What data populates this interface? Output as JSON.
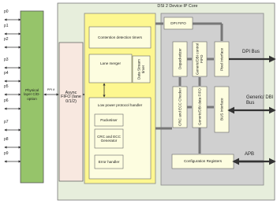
{
  "pins": [
    "p0",
    "p1",
    "p2",
    "p3",
    "p4",
    "p5",
    "p6",
    "p7",
    "p8",
    "p9"
  ],
  "phy": {
    "label": "Physical layer C/D- option",
    "phy_if": "PPI if"
  },
  "core": {
    "title": "DSI 2 Device IP Core"
  },
  "async_fifo": {
    "label": "Async FIFO (lane 0/1/2)"
  },
  "yellow": {
    "contention": "Contention detection timers",
    "lane_merger": "Lane merger",
    "data_stream_timer": "Data Stream timer",
    "lp_handler": "Low power protocol handler",
    "packetiser": "Packetiser",
    "crc_ecc": "CRC and ECC Generator",
    "error_handler": "Error handler"
  },
  "gray": {
    "dpi_fifo": "DPI FIFO",
    "depacketizer": "Depacketizer",
    "generic_ctrl_fifo": "Generic/DBI control FIFO",
    "pixel_interface": "Pixel Interface",
    "crc_ecc_checker": "CRC and ECC Checker",
    "generic_data_fifo": "Generic/DBI data FIFO",
    "bus_interface": "BUS Interface",
    "config_registers": "Configuration Registers"
  },
  "outputs": {
    "dpi_bus": "DPI Bus",
    "generic_dbi_bus": "Generic/ DBI Bus",
    "apb": "APB"
  },
  "colors": {
    "phy_fill": "#96c46a",
    "core_fill": "#e7eedc",
    "async_fill": "#f8e8e0",
    "yellow_fill": "#fdf790",
    "gray_fill": "#d0d0d0",
    "box_fill": "#fdfde0"
  }
}
